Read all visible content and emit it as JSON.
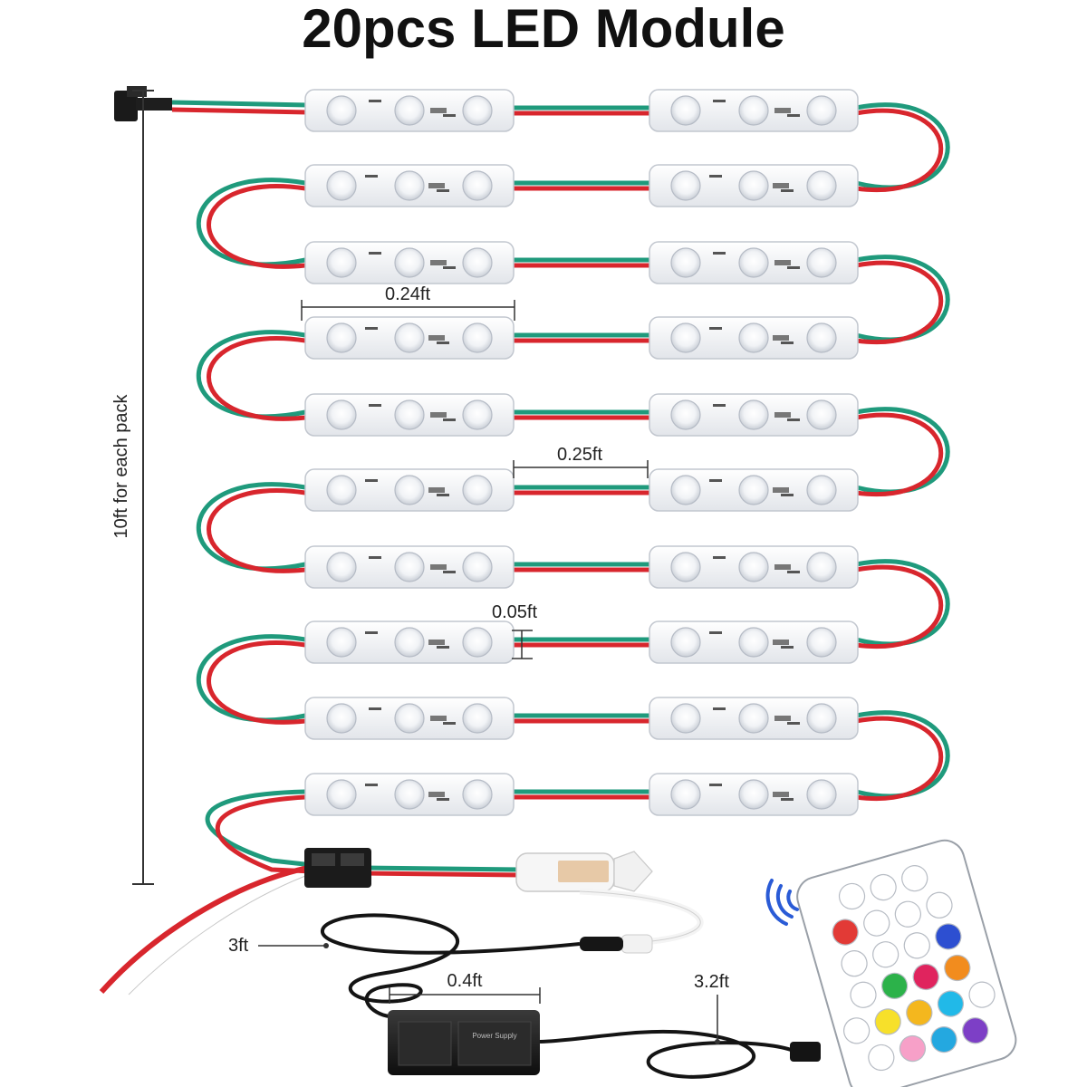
{
  "title": "20pcs LED Module",
  "labels": {
    "pack_length": "10ft for each pack",
    "module_length": "0.24ft",
    "module_gap": "0.25ft",
    "module_thickness": "0.05ft",
    "dc_cable": "3ft",
    "adapter_length": "0.4ft",
    "power_cord": "3.2ft"
  },
  "adapter_label": "Power Supply",
  "colors": {
    "wire_red": "#d8262d",
    "wire_green": "#1f9a7c",
    "module_body": "#f4f5f7",
    "lens": "#ffffff"
  },
  "remote": {
    "button_colors": [
      [
        "#ffffff",
        "#ffffff",
        "#ffffff"
      ],
      [
        "#e23a36",
        "#ffffff",
        "#ffffff",
        "#ffffff"
      ],
      [
        "#ffffff",
        "#ffffff",
        "#ffffff",
        "#2d4fd1"
      ],
      [
        "#ffffff",
        "#2cb24a",
        "#e0245e",
        "#f28c1e"
      ],
      [
        "#ffffff",
        "#f7e02a",
        "#f4b71e",
        "#21b9e8",
        "#ffffff"
      ],
      [
        "#ffffff",
        "#f7a0c8",
        "#24a8e0",
        "#7d3fc6"
      ]
    ]
  },
  "icons": [
    "signal-waves-icon",
    "connector-icon",
    "plug-icon"
  ]
}
